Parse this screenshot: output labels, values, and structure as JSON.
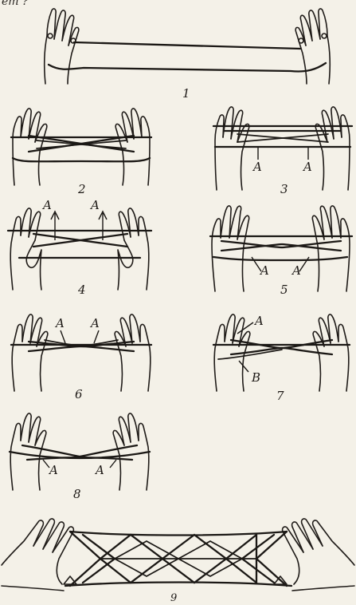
{
  "header": {
    "text": "em ?"
  },
  "figures": [
    {
      "number": "1",
      "labels": []
    },
    {
      "number": "2",
      "labels": []
    },
    {
      "number": "3",
      "labels": [
        "A",
        "A"
      ]
    },
    {
      "number": "4",
      "labels": [
        "A",
        "A"
      ]
    },
    {
      "number": "5",
      "labels": [
        "A",
        "A"
      ]
    },
    {
      "number": "6",
      "labels": [
        "A",
        "A"
      ]
    },
    {
      "number": "7",
      "labels": [
        "A",
        "B"
      ]
    },
    {
      "number": "8",
      "labels": [
        "A",
        "A"
      ]
    },
    {
      "number": "9",
      "labels": []
    }
  ]
}
